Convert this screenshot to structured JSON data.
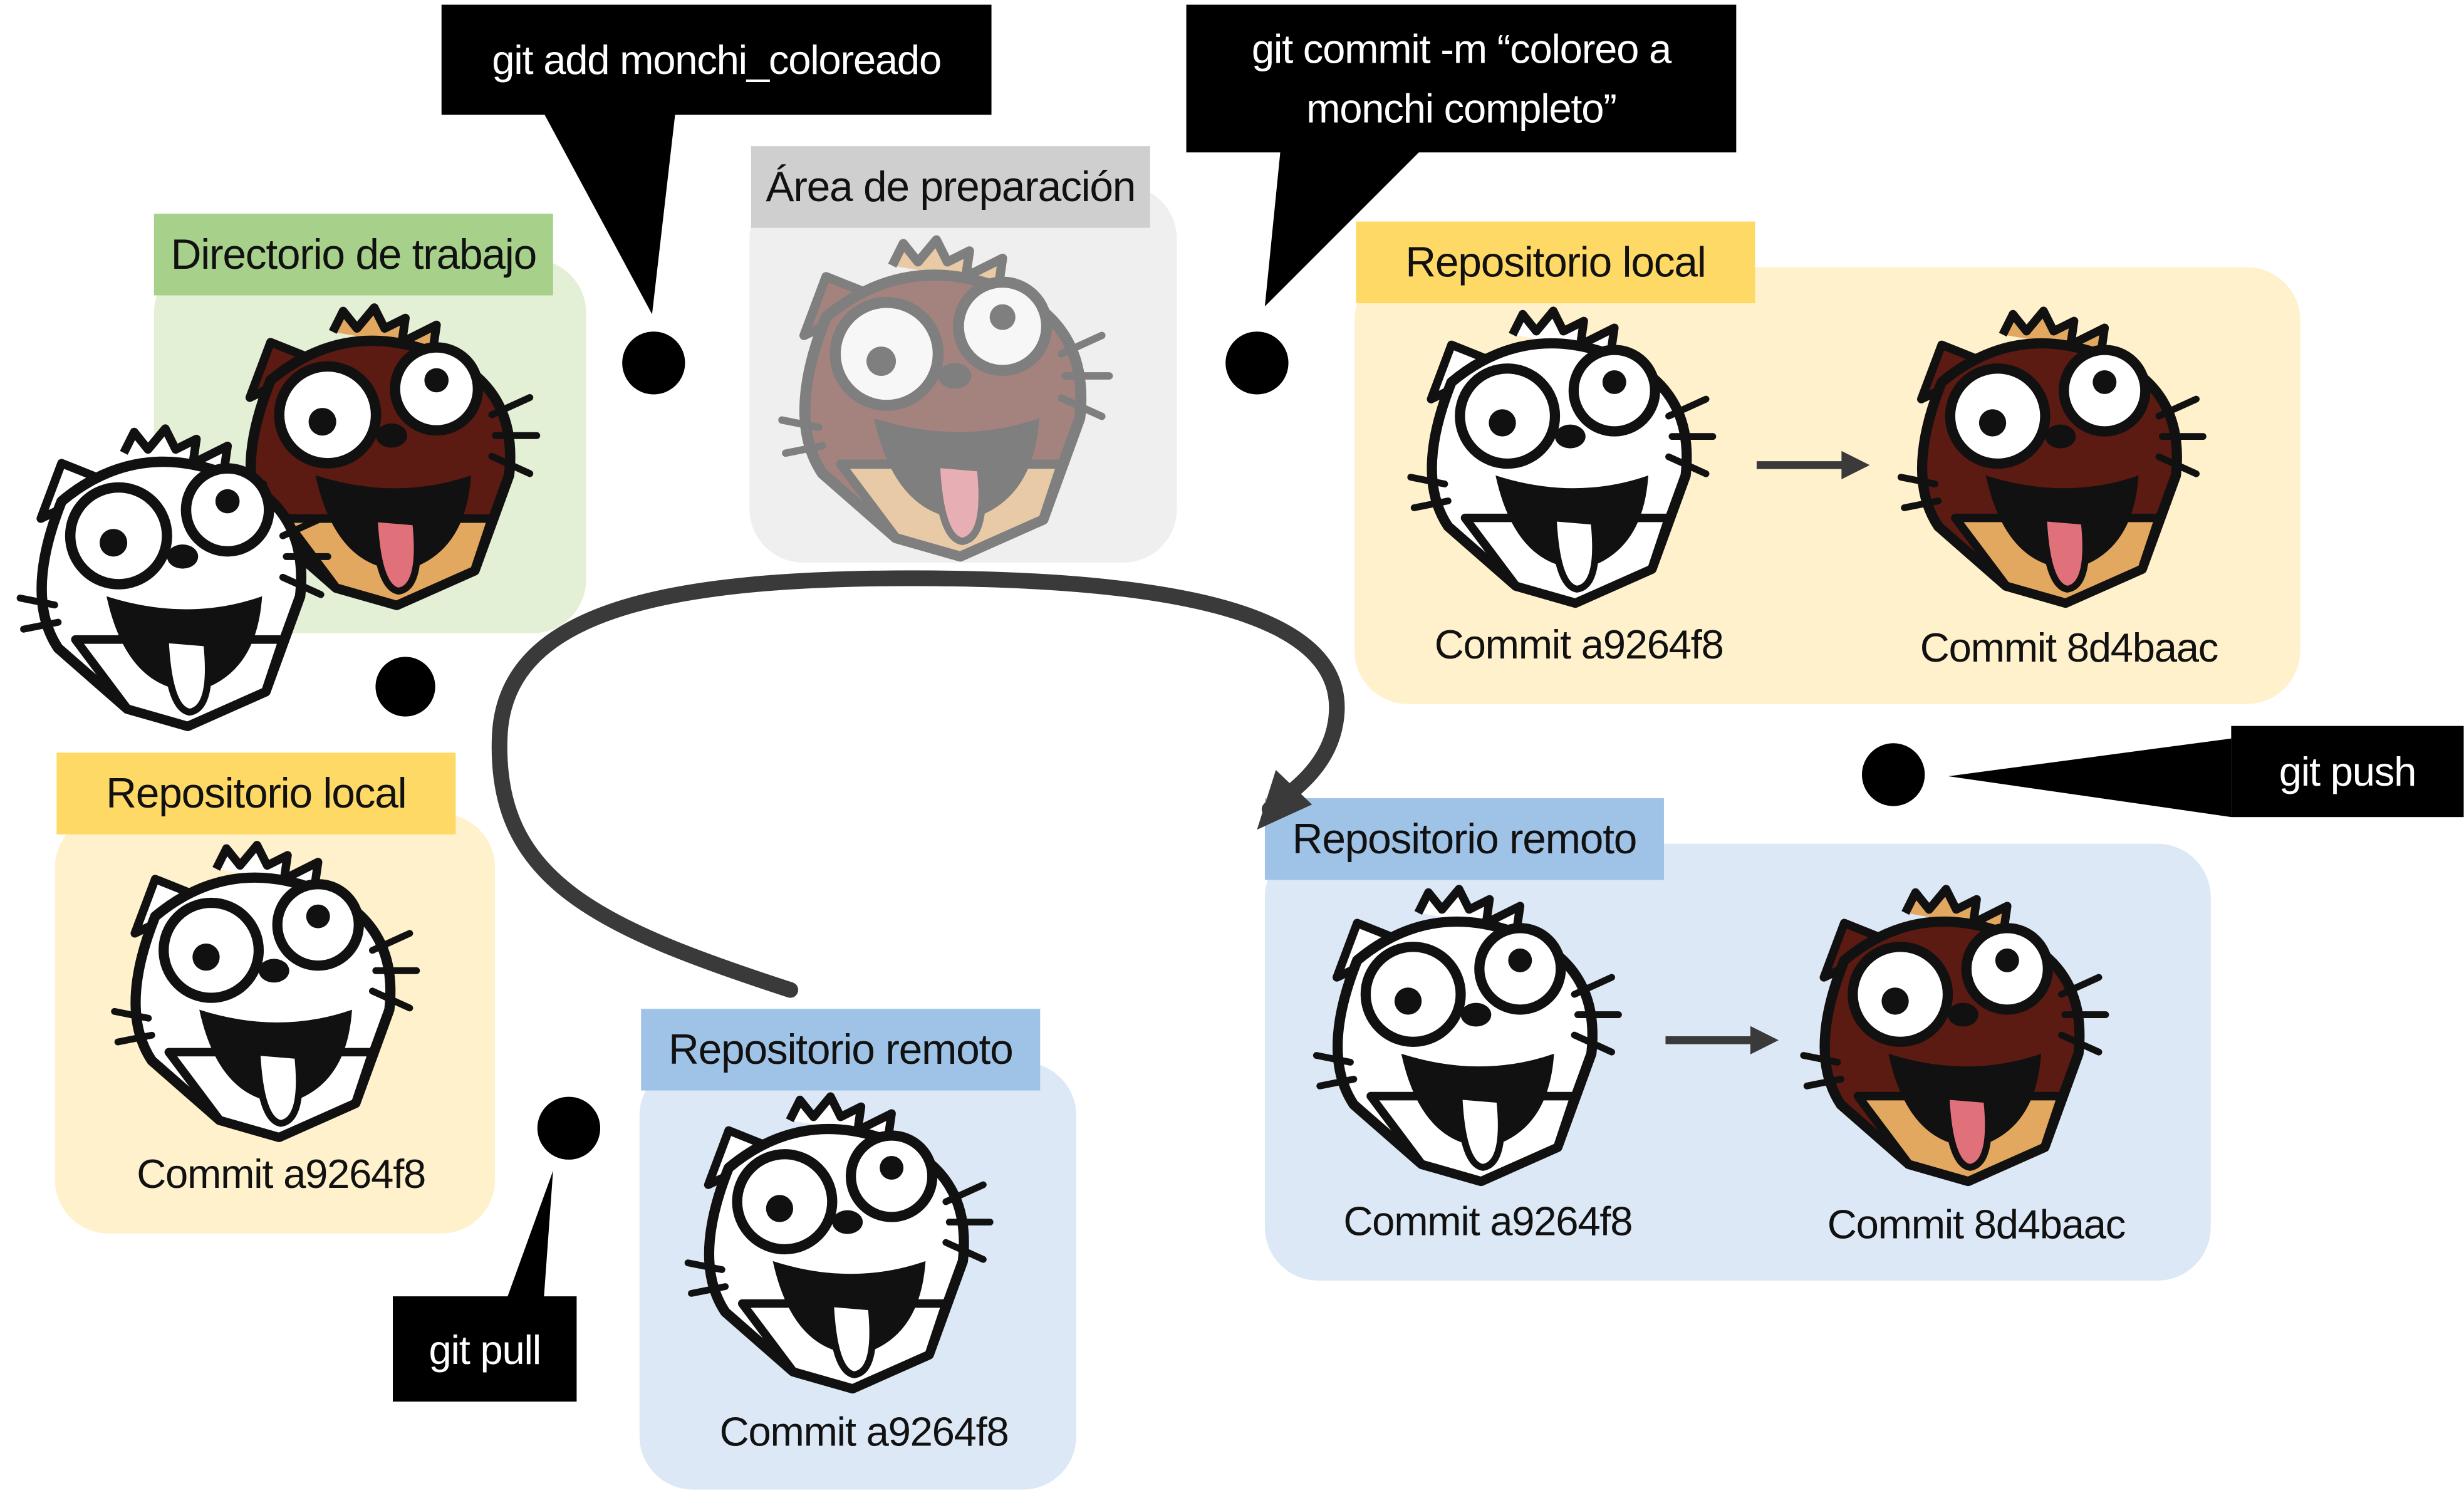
{
  "stages": {
    "working_directory": "Directorio de trabajo",
    "staging_area": "Área de preparación",
    "local_repo_right": "Repositorio local",
    "remote_repo_right": "Repositorio remoto",
    "local_repo_left": "Repositorio local",
    "remote_repo_left": "Repositorio remoto"
  },
  "commands": {
    "add": "git add monchi_coloreado",
    "commit_line1": "git commit -m “coloreo a",
    "commit_line2": "monchi completo”",
    "push": "git push",
    "pull": "git pull"
  },
  "commits": {
    "first": "Commit a9264f8",
    "second": "Commit 8d4baac"
  },
  "colors": {
    "working_bg": "#e3f0d6",
    "working_label": "#a7d18b",
    "staging_bg": "#efefef",
    "staging_label": "#cfcfcf",
    "local_bg": "#fff1cc",
    "local_label": "#ffd966",
    "remote_bg": "#dce8f5",
    "remote_label": "#9fc3e7",
    "dog_brown": "#5b1a12",
    "dog_tan": "#e2a860",
    "tongue": "#e0707a"
  },
  "icons": [
    "monchi-white-icon",
    "monchi-colored-icon",
    "arrow-right-icon",
    "curved-arrow-icon"
  ]
}
